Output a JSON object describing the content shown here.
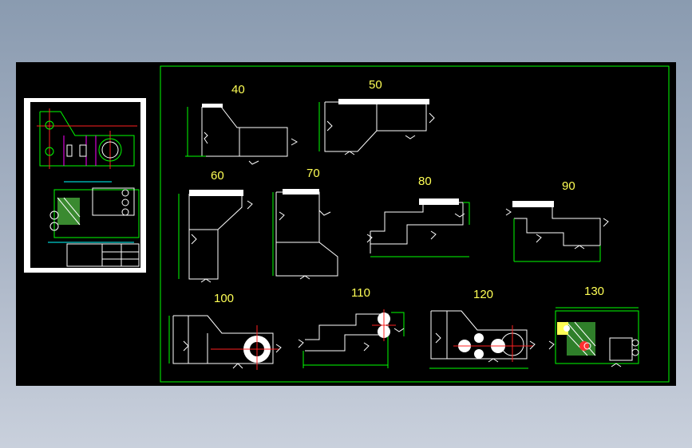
{
  "drawing": {
    "step_labels": [
      "40",
      "50",
      "60",
      "70",
      "80",
      "90",
      "100",
      "110",
      "120",
      "130"
    ]
  },
  "colors": {
    "background": "#000000",
    "frame": "#00ff00",
    "outline": "#ffffff",
    "label": "#ffff55",
    "centerline": "#ff2020"
  }
}
